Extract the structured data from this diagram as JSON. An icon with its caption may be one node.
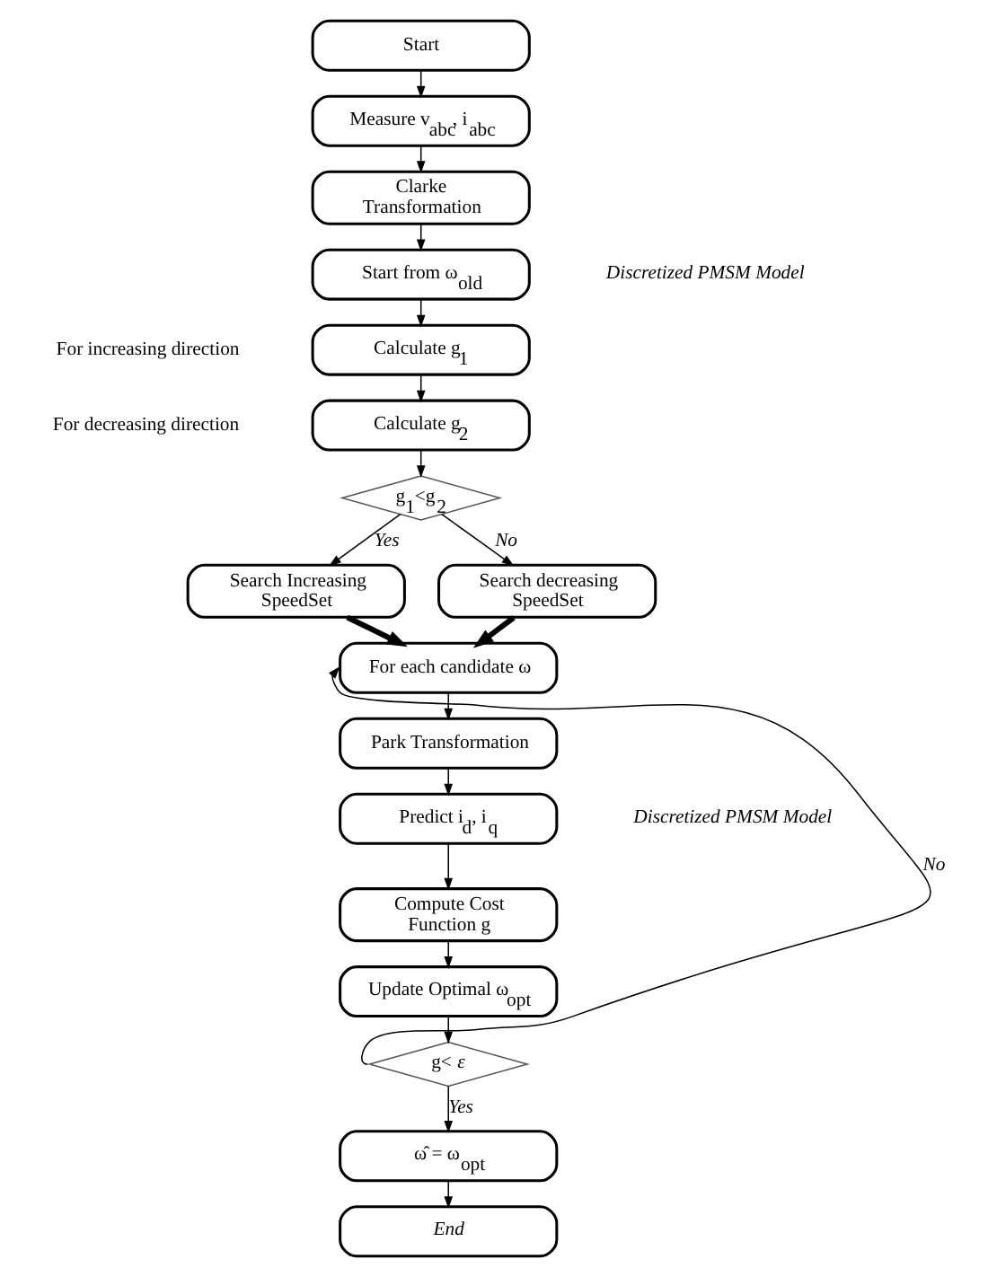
{
  "diagram": {
    "nodes": [
      {
        "text": [
          "Start"
        ]
      },
      {
        "text": [
          "Measure v$_{abc}$, i$_{abc}$"
        ]
      },
      {
        "text": [
          "Clarke Transformation"
        ]
      },
      {
        "text": [
          "Start from ω$_{old}$"
        ],
        "beside": [
          "*Discretized PMSM Model*"
        ]
      },
      {
        "text": [
          "Calculate g$_{1}$"
        ],
        "beside": [
          "For increasing direction"
        ]
      },
      {
        "text": [
          "Calculate g$_{2}$"
        ],
        "beside": [
          "For decreasing direction"
        ]
      },
      {
        "text": [
          "g$_{1}$<g$_{2}$"
        ]
      },
      {
        "text": [
          "Search Increasing SpeedSet"
        ]
      },
      {
        "text": [
          "Search decreasing SpeedSet"
        ]
      },
      {
        "text": [
          "For each candidate ω"
        ]
      },
      {
        "text": [
          "Park Transformation"
        ]
      },
      {
        "text": [
          "Predict i$_{d}$, i$_{q}$"
        ],
        "beside": [
          "*Discretized PMSM Model*"
        ]
      },
      {
        "text": [
          "Compute Cost Function g"
        ]
      },
      {
        "text": [
          "Update Optimal ω$_{opt}$"
        ]
      },
      {
        "text": [
          "g< *ε*"
        ]
      },
      {
        "text": [
          "ω̂ = ω$_{opt}$"
        ]
      },
      {
        "text": [
          "*End*"
        ]
      }
    ],
    "edges": [
      {
        "from": 0,
        "to": 1,
        "arrow": "to"
      },
      {
        "from": 1,
        "to": 2,
        "arrow": "to"
      },
      {
        "from": 2,
        "to": 3,
        "arrow": "to"
      },
      {
        "from": 3,
        "to": 4,
        "arrow": "to"
      },
      {
        "from": 4,
        "to": 5,
        "arrow": "to"
      },
      {
        "from": 5,
        "to": 6,
        "arrow": "to"
      },
      {
        "from": 6,
        "to": 7,
        "arrow": "to",
        "label": "*Yes*"
      },
      {
        "from": 6,
        "to": 8,
        "arrow": "to",
        "label": "*No*"
      },
      {
        "from": 7,
        "to": 9,
        "arrow": "to",
        "style": "thick"
      },
      {
        "from": 8,
        "to": 9,
        "arrow": "to",
        "style": "thick"
      },
      {
        "from": 9,
        "to": 10,
        "arrow": "to"
      },
      {
        "from": 10,
        "to": 11,
        "arrow": "to"
      },
      {
        "from": 11,
        "to": 12,
        "arrow": "to"
      },
      {
        "from": 12,
        "to": 13,
        "arrow": "to"
      },
      {
        "from": 13,
        "to": 14,
        "arrow": "to"
      },
      {
        "from": 14,
        "to": 9,
        "arrow": "to",
        "label": "*No*"
      },
      {
        "from": 14,
        "to": 15,
        "arrow": "to",
        "label": "*Yes*"
      },
      {
        "from": 15,
        "to": 16,
        "arrow": "to"
      }
    ]
  }
}
